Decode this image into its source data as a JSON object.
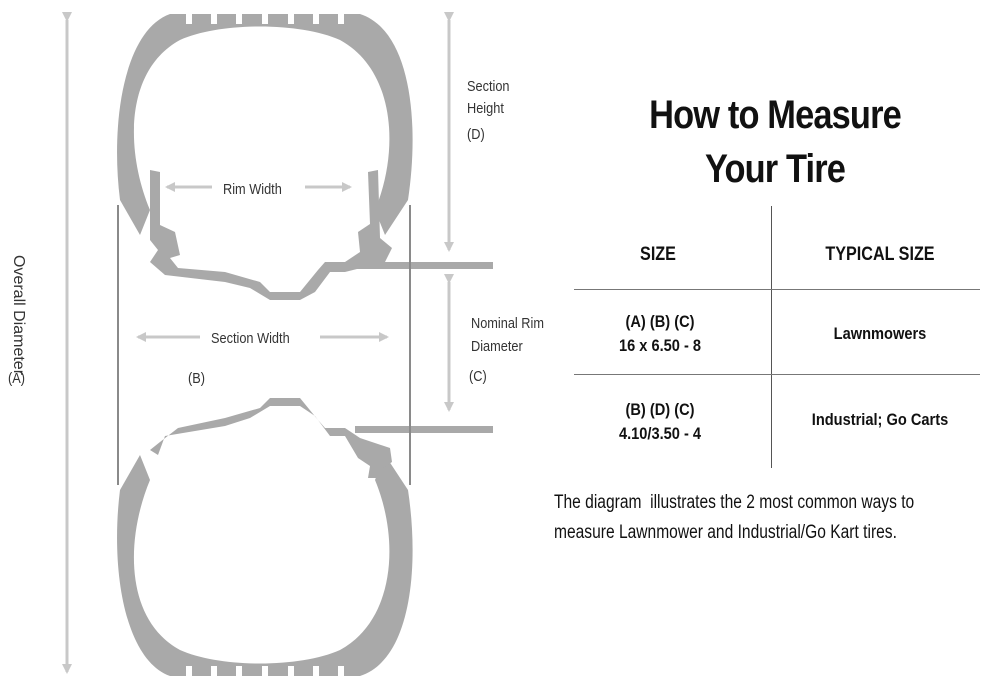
{
  "diagram": {
    "labels": {
      "section_height": "Section",
      "section_height_2": "Height",
      "section_height_code": "(D)",
      "rim_width": "Rim Width",
      "section_width": "Section Width",
      "section_width_code": "(B)",
      "nominal_rim": "Nominal Rim",
      "nominal_rim_2": "Diameter",
      "nominal_rim_code": "(C)",
      "overall_diameter": "Overall Diameter",
      "overall_diameter_code": "(A)"
    },
    "colors": {
      "tire": "#a9a9a9",
      "arrow": "#c8c8c8",
      "line": "#8a8a8a"
    }
  },
  "title": {
    "line1": "How to Measure",
    "line2": "Your Tire"
  },
  "table": {
    "headers": [
      "SIZE",
      "TYPICAL SIZE"
    ],
    "rows": [
      {
        "codes": "(A) (B) (C)",
        "size": "16 x 6.50 - 8",
        "typical": "Lawnmowers"
      },
      {
        "codes": "(B) (D) (C)",
        "size": "4.10/3.50 - 4",
        "typical": "Industrial; Go Carts"
      }
    ]
  },
  "caption": {
    "line1": "The diagram  illustrates the 2 most common ways to",
    "line2": "measure Lawnmower and Industrial/Go Kart tires."
  }
}
